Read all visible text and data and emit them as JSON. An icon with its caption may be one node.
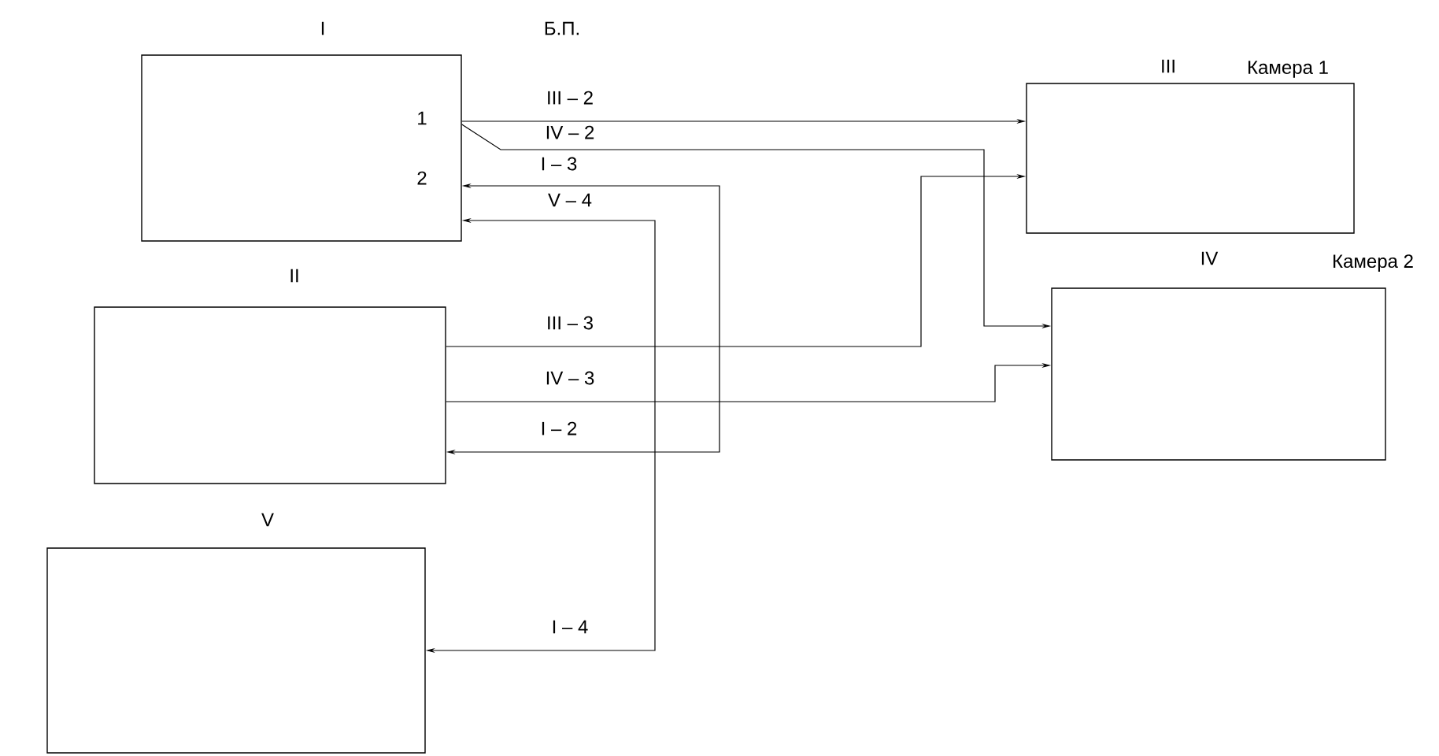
{
  "diagram": {
    "nodes": [
      {
        "text": [
          "I",
          "Б.П.",
          "1",
          "2"
        ]
      },
      {
        "text": [
          "II"
        ]
      },
      {
        "text": [
          "III",
          "Камера 1"
        ]
      },
      {
        "text": [
          "IV",
          "Камера 2"
        ]
      },
      {
        "text": [
          "V"
        ]
      }
    ],
    "edges": [
      {
        "from": 0,
        "to": 2,
        "arrow": "to",
        "label": "III – 2"
      },
      {
        "from": 0,
        "to": 3,
        "arrow": "to",
        "label": "IV – 2"
      },
      {
        "from": 0,
        "to": 1,
        "arrow": "both",
        "label": "I – 3"
      },
      {
        "from": 0,
        "to": 4,
        "arrow": "both",
        "label": "V – 4"
      },
      {
        "from": 1,
        "to": 2,
        "arrow": "to",
        "label": "III – 3"
      },
      {
        "from": 1,
        "to": 3,
        "arrow": "to",
        "label": "IV – 3"
      }
    ],
    "labels": [
      "I – 2",
      "I – 4"
    ]
  }
}
